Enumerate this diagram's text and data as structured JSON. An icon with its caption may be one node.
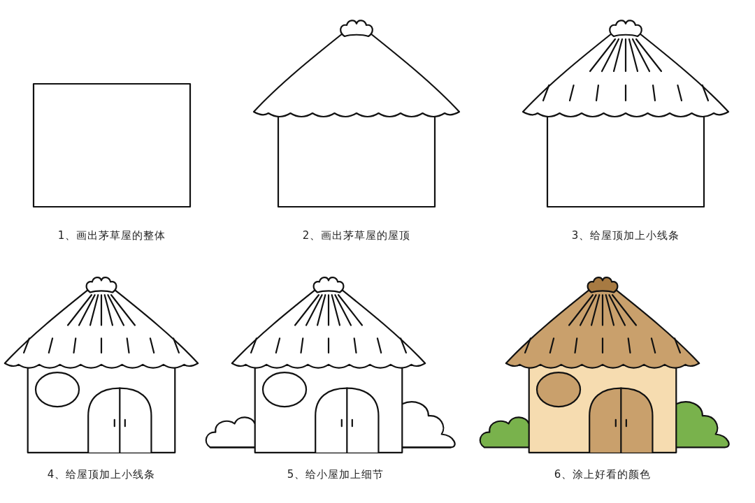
{
  "diagram": {
    "labels": [
      "1、画出茅草屋的整体",
      "2、画出茅草屋的屋顶",
      "3、给屋顶加上小线条",
      "4、给屋顶加上小线条",
      "5、给小屋加上细节",
      "6、涂上好看的颜色"
    ]
  }
}
